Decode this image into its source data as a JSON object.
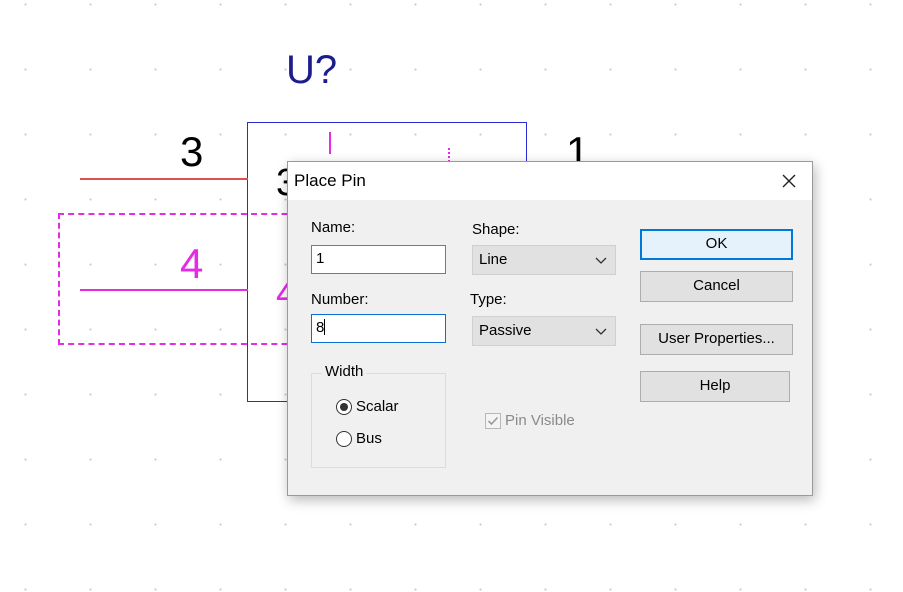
{
  "schematic": {
    "ref_designator": "U?",
    "pin_numbers_outer": [
      "3",
      "1",
      "4"
    ],
    "pin_numbers_inner": [
      "3",
      "4"
    ],
    "colors": {
      "body": "#2b2bd6",
      "pin_selected": "#e62be6",
      "pin_wire": "#e05050",
      "ref": "#1c1c8c"
    }
  },
  "dialog": {
    "title": "Place Pin",
    "close_icon": "close-icon",
    "name_label": "Name:",
    "name_value": "1",
    "number_label": "Number:",
    "number_value": "8",
    "shape_label": "Shape:",
    "shape_value": "Line",
    "type_label": "Type:",
    "type_value": "Passive",
    "width_group": {
      "label": "Width",
      "options": [
        "Scalar",
        "Bus"
      ],
      "selected": "Scalar"
    },
    "pin_visible_label": "Pin Visible",
    "pin_visible_checked": true,
    "buttons": {
      "ok": "OK",
      "cancel": "Cancel",
      "user_properties": "User Properties...",
      "help": "Help"
    },
    "accent_color": "#0078d7"
  }
}
